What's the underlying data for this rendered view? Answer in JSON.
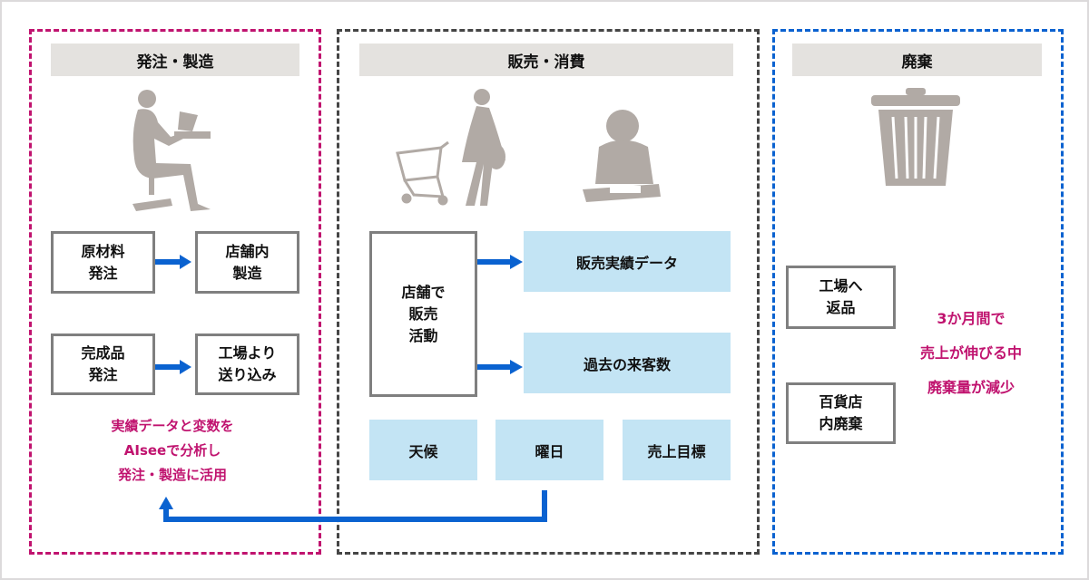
{
  "panels": {
    "order": {
      "title": "発注・製造",
      "boxes": [
        "原材料\n発注",
        "店舗内\n製造",
        "完成品\n発注",
        "工場より\n送り込み"
      ],
      "note": [
        "実績データと変数を",
        "AIseeで分析し",
        "発注・製造に活用"
      ]
    },
    "sales": {
      "title": "販売・消費",
      "activity": "店舗で\n販売\n活動",
      "data_boxes": [
        "販売実績データ",
        "過去の来客数"
      ],
      "variables": [
        "天候",
        "曜日",
        "売上目標"
      ]
    },
    "waste": {
      "title": "廃棄",
      "boxes": [
        "工場へ\n返品",
        "百貨店\n内廃棄"
      ],
      "note": [
        "3か月間で",
        "売上が伸びる中",
        "廃棄量が減少"
      ]
    }
  },
  "colors": {
    "magenta": "#c0136f",
    "blue": "#0a62d0",
    "gray": "#454545",
    "light_blue": "#c3e4f4",
    "silhouette": "#b1aaa5"
  }
}
